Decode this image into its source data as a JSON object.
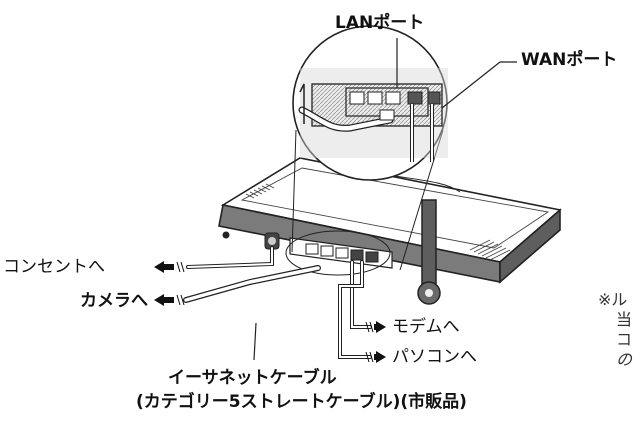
{
  "labels": {
    "lan_port": "LANポート",
    "wan_port": "WANポート",
    "outlet": "コンセントへ",
    "camera": "カメラへ",
    "modem": "モデムへ",
    "pc": "パソコンへ",
    "cable_line1": "イーサネットケーブル",
    "cable_line2": "(カテゴリー5ストレートケーブル)(市販品)"
  },
  "note": {
    "line1": "※ル",
    "line2": "当",
    "line3": "コ",
    "line4": "の"
  }
}
